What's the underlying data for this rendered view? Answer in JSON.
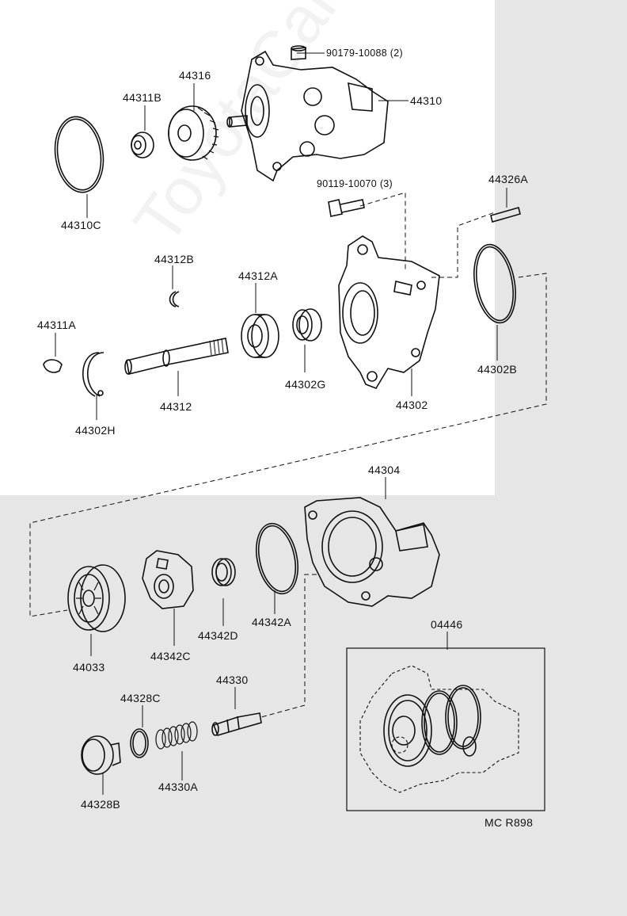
{
  "watermark": "ToyotaCarMart.ru",
  "code": "MC R898",
  "labels": {
    "p90179": "90179-10088 (2)",
    "p44310": "44310",
    "p44316": "44316",
    "p44311B": "44311B",
    "p44310C": "44310C",
    "p90119": "90119-10070 (3)",
    "p44326A": "44326A",
    "p44312B": "44312B",
    "p44312A": "44312A",
    "p44311A": "44311A",
    "p44302H": "44302H",
    "p44312": "44312",
    "p44302G": "44302G",
    "p44302": "44302",
    "p44302B": "44302B",
    "p44304": "44304",
    "p44033": "44033",
    "p44342C": "44342C",
    "p44342D": "44342D",
    "p44342A": "44342A",
    "p04446": "04446",
    "p44330": "44330",
    "p44328C": "44328C",
    "p44330A": "44330A",
    "p44328B": "44328B"
  }
}
